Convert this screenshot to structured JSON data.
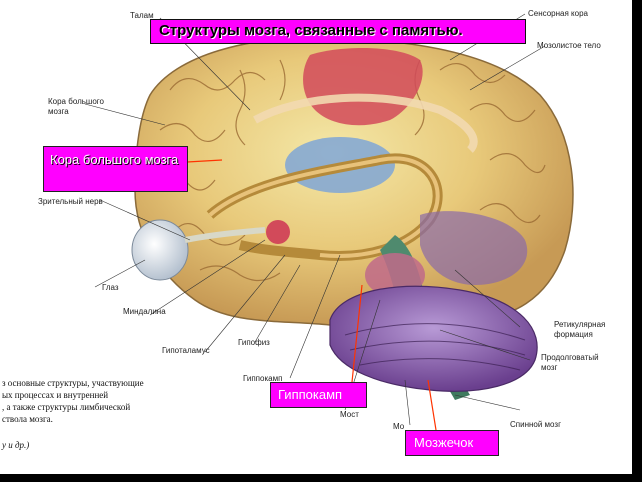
{
  "title": "Структуры мозга, связанные с памятью.",
  "labels": {
    "talamus": "Талам",
    "sensory_cortex": "Сенсорная кора",
    "corpus_callosum": "Мозолистое тело",
    "cortex_small": "Кора большого мозга",
    "optic_nerve": "Зрительный нерв",
    "eye": "Глаз",
    "amygdala": "Миндалина",
    "hypothalamus": "Гипоталамус",
    "pituitary": "Гипофиз",
    "hippocampus_small": "Гиппокамп",
    "pons": "Мост",
    "brain_small": "Мо",
    "spinal_cord": "Спинной мозг",
    "medulla": "Продолговатый мозг",
    "reticular": "Ретикулярная формация"
  },
  "callouts": {
    "cortex": "Кора большого мозга",
    "hippocampus": "Гиппокамп",
    "cerebellum": "Мозжечок"
  },
  "caption": [
    "з основные структуры, участвующие",
    "ых процессах и внутренней",
    ", а также структуры лимбической",
    "ствола мозга.",
    "y и др.)"
  ],
  "colors": {
    "callout_bg": "#ff00ff",
    "leader_line": "#ff3300"
  }
}
